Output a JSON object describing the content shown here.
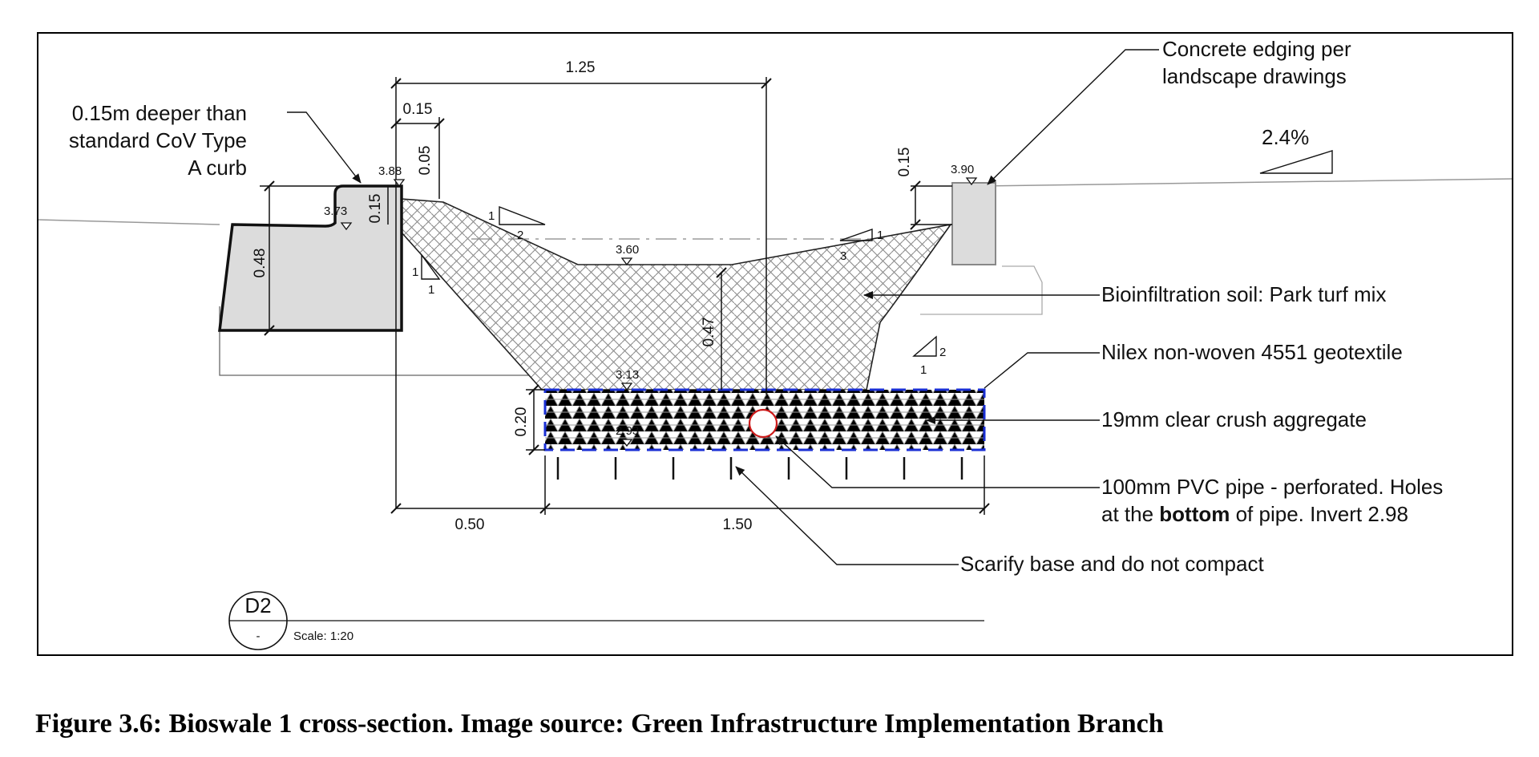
{
  "caption": "Figure 3.6: Bioswale 1 cross-section. Image source: Green Infrastructure Implementation Branch",
  "dimensions": {
    "top_width": "1.25",
    "curb_offset": "0.15",
    "lip_height": "0.05",
    "curb_face": "0.15",
    "curb_depth": "0.48",
    "edging_height": "0.15",
    "soil_depth": "0.47",
    "aggregate_depth": "0.20",
    "bottom_offset": "0.50",
    "bottom_width": "1.50"
  },
  "elevations": {
    "curb_top": "3.88",
    "gutter": "3.73",
    "edging_top": "3.90",
    "swale_bottom": "3.60",
    "geotextile": "3.13",
    "aggregate_base": "2.93"
  },
  "slopes": {
    "upper_left_rise": "1",
    "upper_left_run": "2",
    "steep_left_rise": "1",
    "steep_left_run": "1",
    "right_rise": "1",
    "right_run": "3",
    "lower_right_rise": "2",
    "lower_right_run": "1",
    "grade": "2.4%"
  },
  "callouts": {
    "curb_note_line1": "0.15m deeper than",
    "curb_note_line2": "standard CoV Type",
    "curb_note_line3": "A curb",
    "edging_line1": "Concrete edging per",
    "edging_line2": "landscape drawings",
    "soil": "Bioinfiltration soil: Park turf mix",
    "geotextile": "Nilex non-woven 4551 geotextile",
    "aggregate": "19mm clear crush aggregate",
    "pipe_line1": "100mm PVC pipe - perforated. Holes",
    "pipe_line2_pre": "at the ",
    "pipe_line2_bold": "bottom",
    "pipe_line2_post": " of pipe. Invert 2.98",
    "scarify": "Scarify base and do not compact"
  },
  "detail_tag": {
    "id": "D2",
    "sheet": "-",
    "scale": "Scale: 1:20"
  },
  "colors": {
    "line": "#111111",
    "concrete_fill": "#dcdcdc",
    "geotextile": "#1a2fd4",
    "pipe": "#cc1a1a"
  }
}
